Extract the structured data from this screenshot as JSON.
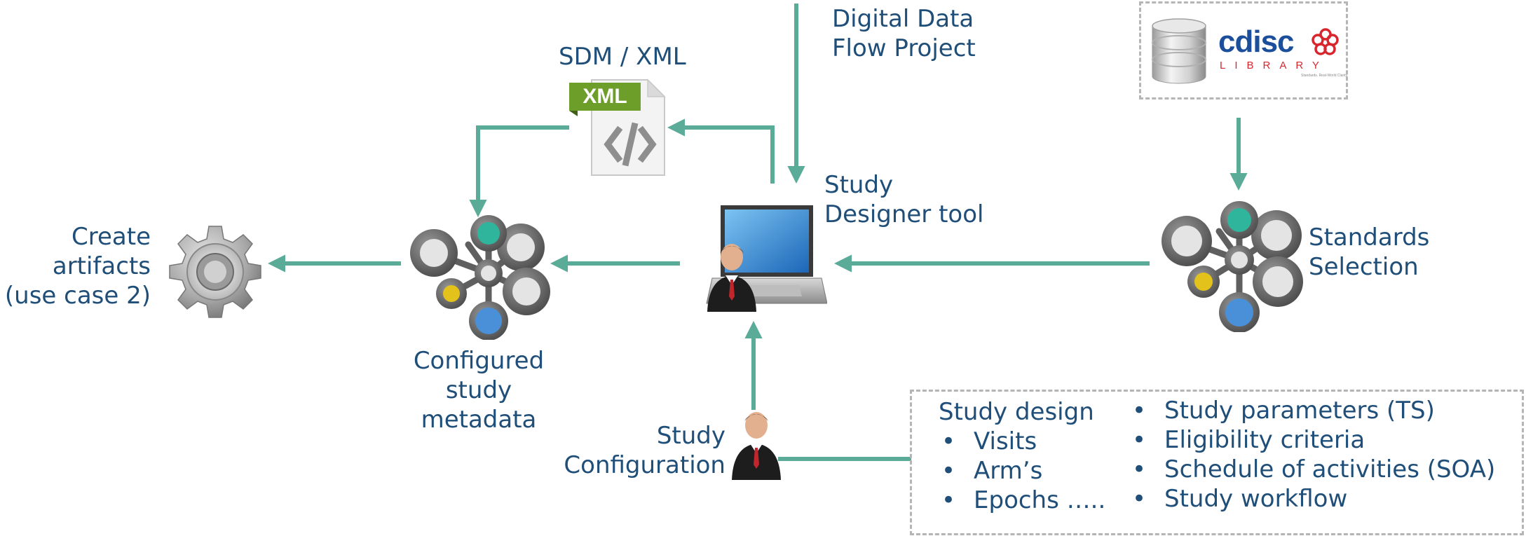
{
  "labels": {
    "digital_data_flow": [
      "Digital Data",
      "Flow Project"
    ],
    "sdm_xml": "SDM / XML",
    "xml_badge": "XML",
    "study_designer": [
      "Study",
      "Designer tool"
    ],
    "standards_selection": [
      "Standards",
      "Selection"
    ],
    "create_artifacts": [
      "Create",
      "artifacts",
      "(use case 2)"
    ],
    "configured_metadata": [
      "Configured",
      "study",
      "metadata"
    ],
    "study_configuration": [
      "Study",
      "Configuration"
    ]
  },
  "cdisc": {
    "name": "cdisc",
    "library": "LIBRARY",
    "tagline": "Standards. Real-World Clarity."
  },
  "study_design_box": {
    "heading": "Study design",
    "left_items": [
      "Visits",
      "Arm’s",
      "Epochs ….."
    ],
    "right_items": [
      "Study parameters (TS)",
      "Eligibility criteria",
      "Schedule of activities (SOA)",
      "Study workflow"
    ]
  },
  "colors": {
    "connector": "#5aab98",
    "text": "#1f4e79",
    "teal_node": "#2fb59b",
    "blue_node": "#4a90d9",
    "yellow_node": "#e3c21c",
    "cdisc_red": "#d8262f",
    "cdisc_blue": "#1b4f9b"
  },
  "icons": [
    "xml-file-icon",
    "database-icon",
    "cdisc-logo-icon",
    "laptop-icon",
    "businessman-icon",
    "gear-icon",
    "network-node-icon"
  ]
}
